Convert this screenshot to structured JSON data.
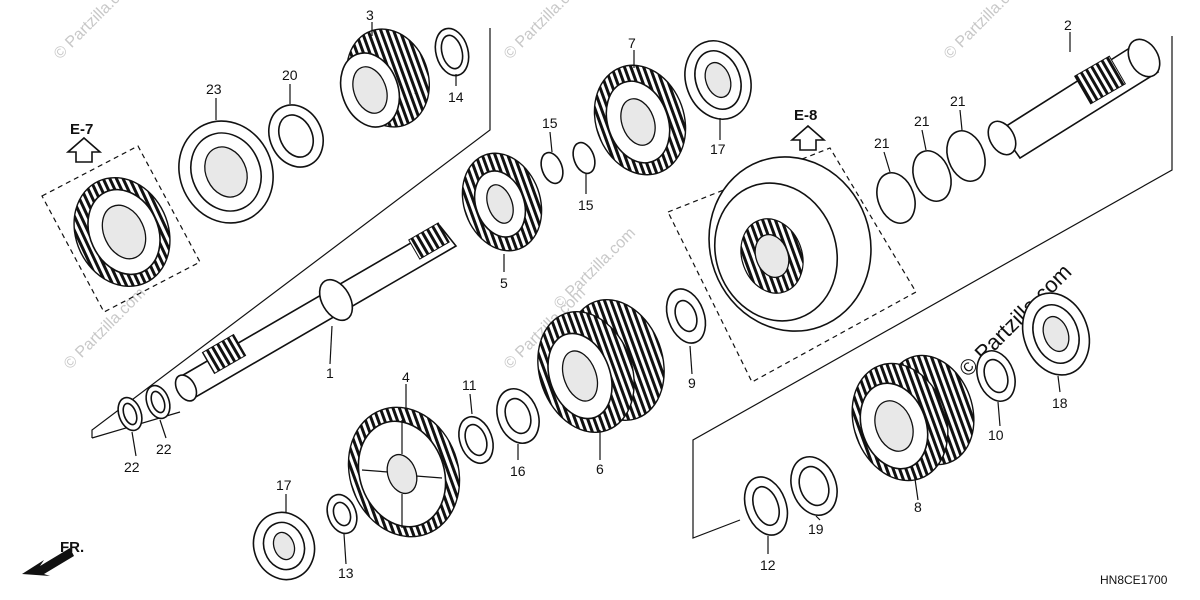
{
  "callouts": {
    "c1": "1",
    "c2": "2",
    "c3": "3",
    "c4": "4",
    "c5": "5",
    "c6": "6",
    "c7": "7",
    "c8": "8",
    "c9": "9",
    "c10": "10",
    "c11": "11",
    "c12": "12",
    "c13": "13",
    "c14": "14",
    "c15a": "15",
    "c15b": "15",
    "c16": "16",
    "c17a": "17",
    "c17b": "17",
    "c18": "18",
    "c19": "19",
    "c20": "20",
    "c21a": "21",
    "c21b": "21",
    "c21c": "21",
    "c22a": "22",
    "c22b": "22",
    "c23": "23"
  },
  "refs": {
    "e7": "E-7",
    "e8": "E-8"
  },
  "front_label": "FR.",
  "diagram_code": "HN8CE1700",
  "watermarks": {
    "w1": "© Partzilla.com",
    "w2": "© Partzilla.com",
    "w3": "© Partzilla.com",
    "w4": "© Partzilla.com",
    "w5": "© Partzilla.com",
    "w6": "© Partzilla.com",
    "w7": "© Partzilla.com"
  }
}
